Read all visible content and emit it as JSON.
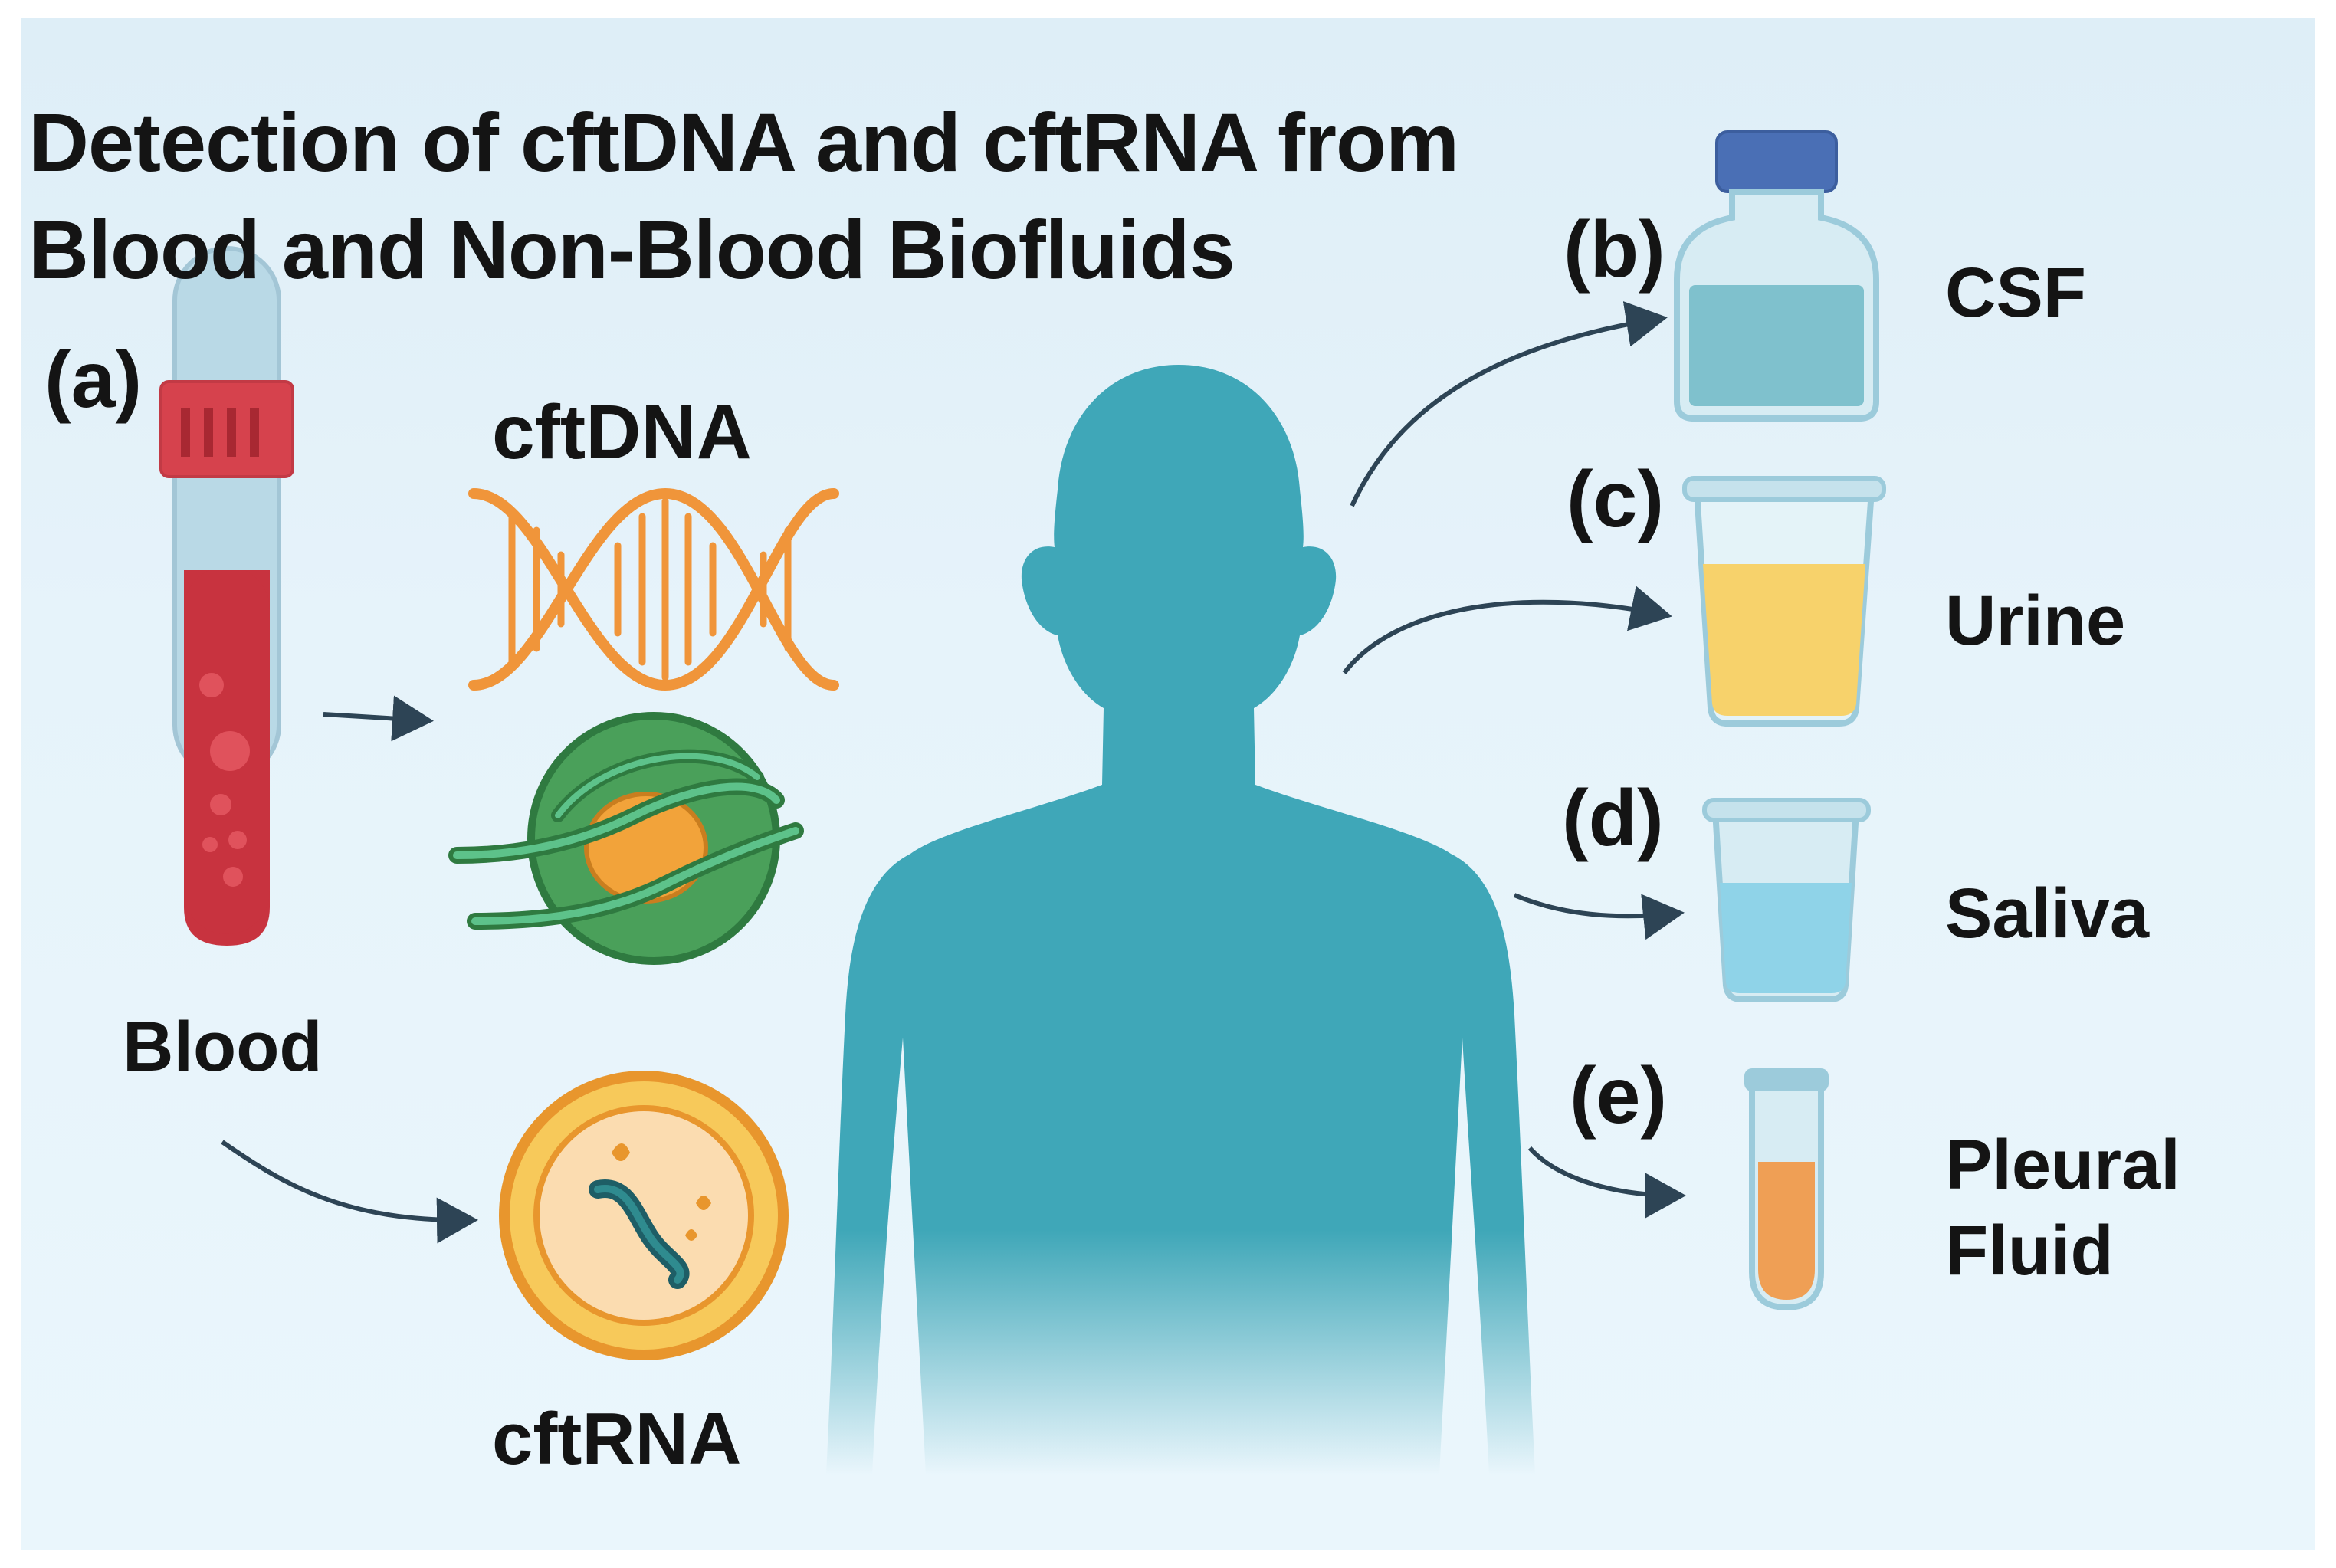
{
  "title": "Detection of cftDNA and cftRNA from Blood and Non-Blood Biofluids",
  "panels": {
    "a": {
      "letter": "(a)",
      "label": "Blood",
      "icon": "blood-tube-icon"
    },
    "cftdna": {
      "label": "cftDNA",
      "icons": [
        "dna-helix-icon",
        "nucleosome-icon"
      ]
    },
    "cftrna": {
      "label": "cftRNA",
      "icon": "rna-vesicle-icon"
    },
    "b": {
      "letter": "(b)",
      "label": "CSF",
      "icon": "csf-vial-icon"
    },
    "c": {
      "letter": "(c)",
      "label": "Urine",
      "icon": "urine-cup-icon"
    },
    "d": {
      "letter": "(d)",
      "label": "Saliva",
      "icon": "saliva-cup-icon"
    },
    "e": {
      "letter": "(e)",
      "label": "Pleural Fluid",
      "label_lines": [
        "Pleural",
        "Fluid"
      ],
      "icon": "pleural-tube-icon"
    }
  },
  "colors": {
    "body": "#3fa7b8",
    "blood": "#c8333f",
    "tube_cap": "#d6424d",
    "dna": "#f0953a",
    "nucleosome": "#4aa05a",
    "histone": "#f2a33a",
    "rna_vesicle": "#f3b23c",
    "csf_cap": "#4a6fb5",
    "csf": "#7fc1cd",
    "urine": "#f7d26b",
    "saliva": "#8fd3e8",
    "pleural": "#ef9f55",
    "arrow": "#2d4455"
  }
}
